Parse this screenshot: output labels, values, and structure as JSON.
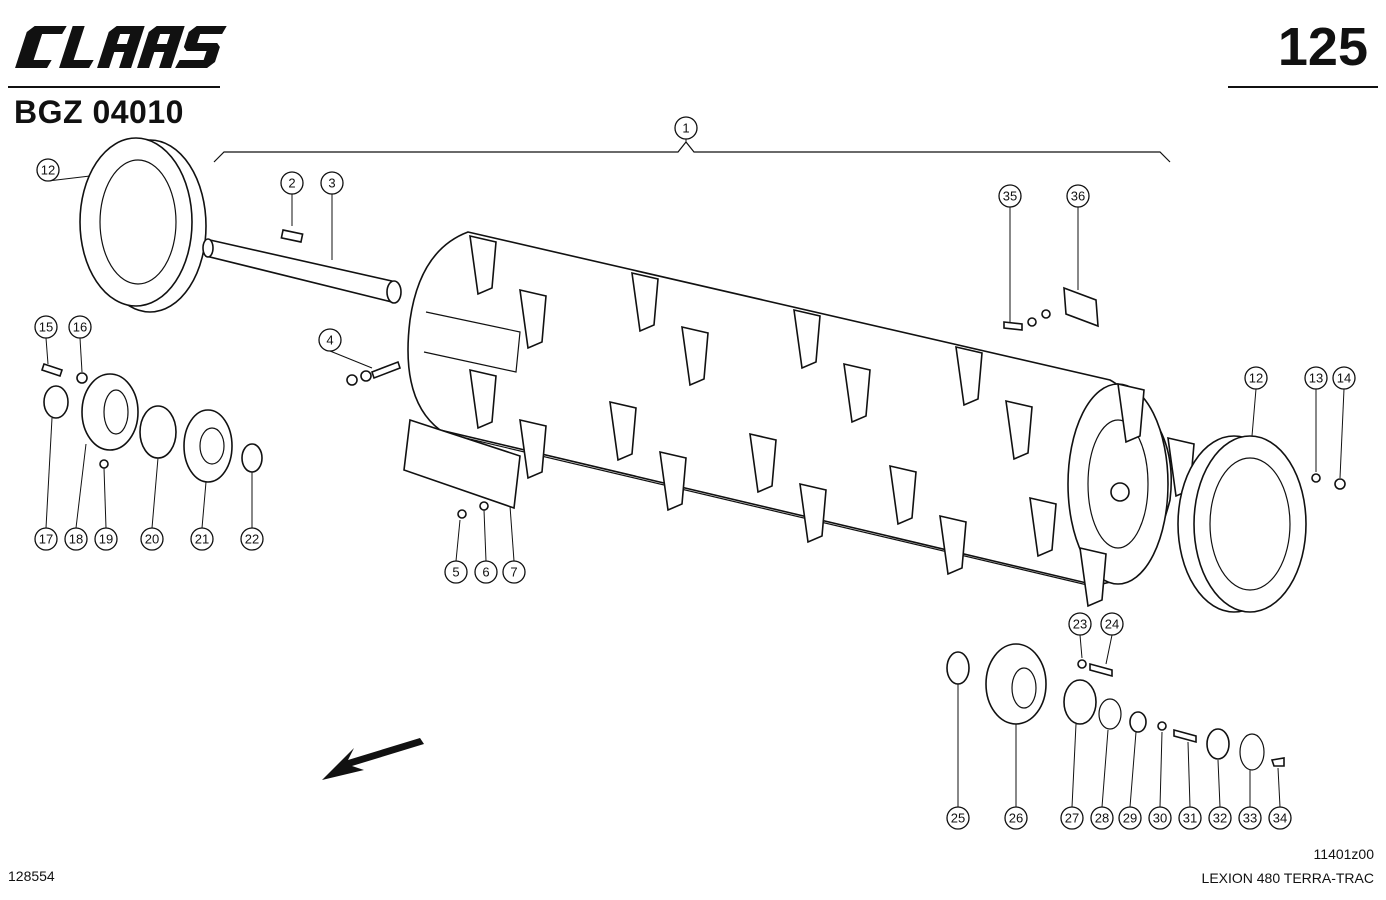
{
  "header": {
    "brand": "CLAAS",
    "doc_code": "BGZ 04010",
    "page_number": "125"
  },
  "footer": {
    "sheet_id": "128554",
    "drawing_ref": "11401z00",
    "model": "LEXION 480 TERRA-TRAC"
  },
  "callouts": [
    "1",
    "2",
    "3",
    "4",
    "5",
    "6",
    "7",
    "12",
    "12",
    "13",
    "14",
    "15",
    "16",
    "17",
    "18",
    "19",
    "20",
    "21",
    "22",
    "23",
    "24",
    "25",
    "26",
    "27",
    "28",
    "29",
    "30",
    "31",
    "32",
    "33",
    "34",
    "35",
    "36"
  ]
}
